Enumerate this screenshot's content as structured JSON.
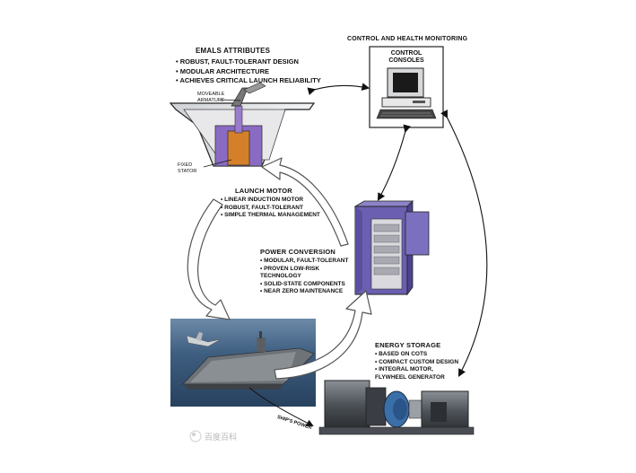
{
  "emals": {
    "title": "EMALS ATTRIBUTES",
    "items": [
      "ROBUST, FAULT-TOLERANT DESIGN",
      "MODULAR ARCHITECTURE",
      "ACHIEVES CRITICAL LAUNCH RELIABILITY"
    ]
  },
  "monitoring": {
    "title": "CONTROL AND HEALTH MONITORING",
    "console_label": "CONTROL\nCONSOLES"
  },
  "launch_motor_diagram": {
    "armature_label": "MOVEABLE\nARMATURE",
    "stator_label": "FIXED\nSTATOR"
  },
  "launch_motor": {
    "title": "LAUNCH MOTOR",
    "items": [
      "LINEAR INDUCTION MOTOR",
      "ROBUST, FAULT-TOLERANT",
      "SIMPLE THERMAL MANAGEMENT"
    ]
  },
  "power_conversion": {
    "title": "POWER CONVERSION",
    "items": [
      "MODULAR, FAULT-TOLERANT",
      "PROVEN LOW-RISK\nTECHNOLOGY",
      "SOLID-STATE COMPONENTS",
      "NEAR ZERO MAINTENANCE"
    ]
  },
  "energy_storage": {
    "title": "ENERGY STORAGE",
    "items": [
      "BASED ON COTS",
      "COMPACT CUSTOM DESIGN",
      "INTEGRAL MOTOR,\nFLYWHEEL GENERATOR"
    ]
  },
  "ship_power_label": "SHIP'S POWER",
  "watermark_text": "百度百科",
  "colors": {
    "arrow_fill": "#ffffff",
    "arrow_stroke": "#555555",
    "cabinet_purple": "#6a5fb0",
    "armature_purple": "#8a6bc4",
    "stator_orange": "#d4802a",
    "ocean": "#3a5878"
  }
}
